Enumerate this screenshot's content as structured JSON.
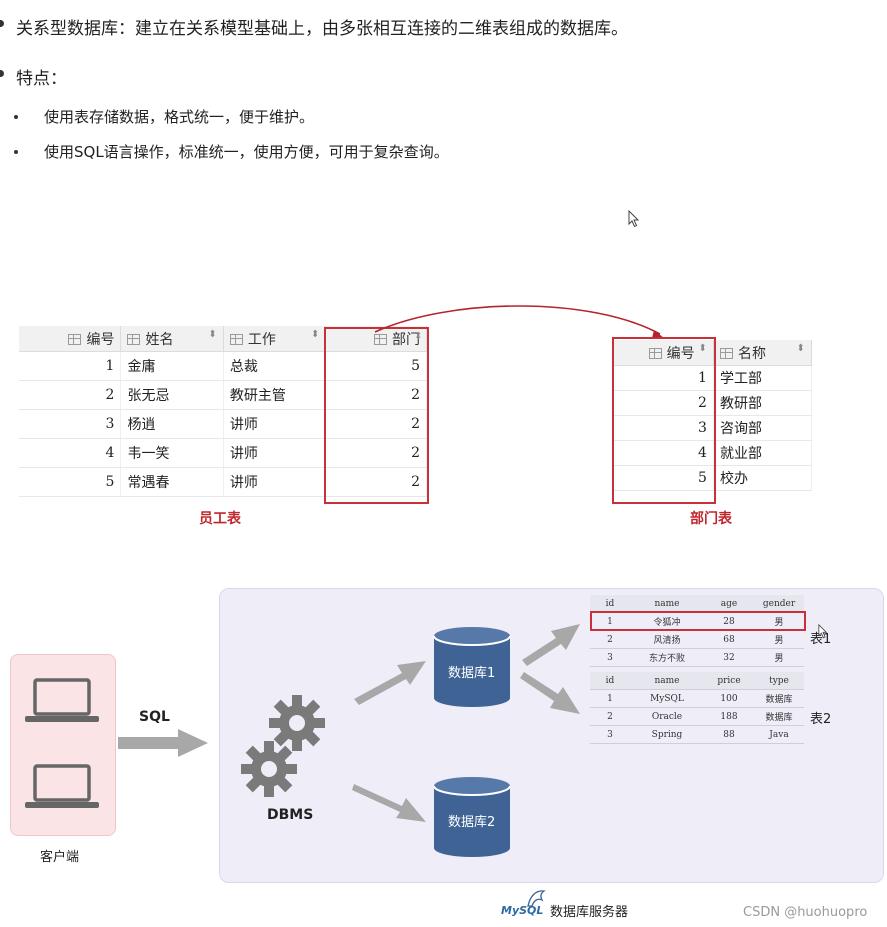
{
  "intro": {
    "definition": "关系型数据库：建立在关系模型基础上，由多张相互连接的二维表组成的数据库。",
    "features_title": "特点：",
    "features": [
      "使用表存储数据，格式统一，便于维护。",
      "使用SQL语言操作，标准统一，使用方便，可用于复杂查询。"
    ]
  },
  "employee_table": {
    "columns": [
      "编号",
      "姓名",
      "工作",
      "部门"
    ],
    "rows": [
      [
        "1",
        "金庸",
        "总裁",
        "5"
      ],
      [
        "2",
        "张无忌",
        "教研主管",
        "2"
      ],
      [
        "3",
        "杨逍",
        "讲师",
        "2"
      ],
      [
        "4",
        "韦一笑",
        "讲师",
        "2"
      ],
      [
        "5",
        "常遇春",
        "讲师",
        "2"
      ]
    ],
    "caption": "员工表"
  },
  "department_table": {
    "columns": [
      "编号",
      "名称"
    ],
    "rows": [
      [
        "1",
        "学工部"
      ],
      [
        "2",
        "教研部"
      ],
      [
        "3",
        "咨询部"
      ],
      [
        "4",
        "就业部"
      ],
      [
        "5",
        "校办"
      ]
    ],
    "caption": "部门表"
  },
  "diagram": {
    "client_label": "客户端",
    "sql_label": "SQL",
    "dbms_label": "DBMS",
    "db1_label": "数据库1",
    "db2_label": "数据库2",
    "table1_label": "表1",
    "table2_label": "表2",
    "server_logo": "MySQL",
    "server_label": "数据库服务器",
    "table1": {
      "columns": [
        "id",
        "name",
        "age",
        "gender"
      ],
      "rows": [
        [
          "1",
          "令狐冲",
          "28",
          "男"
        ],
        [
          "2",
          "风清扬",
          "68",
          "男"
        ],
        [
          "3",
          "东方不败",
          "32",
          "男"
        ]
      ]
    },
    "table2": {
      "columns": [
        "id",
        "name",
        "price",
        "type"
      ],
      "rows": [
        [
          "1",
          "MySQL",
          "100",
          "数据库"
        ],
        [
          "2",
          "Oracle",
          "188",
          "数据库"
        ],
        [
          "3",
          "Spring",
          "88",
          "Java"
        ]
      ]
    }
  },
  "watermark": "CSDN @huohuopro",
  "colors": {
    "highlight_red": "#c8313a",
    "caption_red": "#c0272d",
    "db_blue": "#3e6394",
    "arrow_gray": "#a8a8a8",
    "server_bg": "#efeef8",
    "client_bg": "#fbe4e6"
  }
}
